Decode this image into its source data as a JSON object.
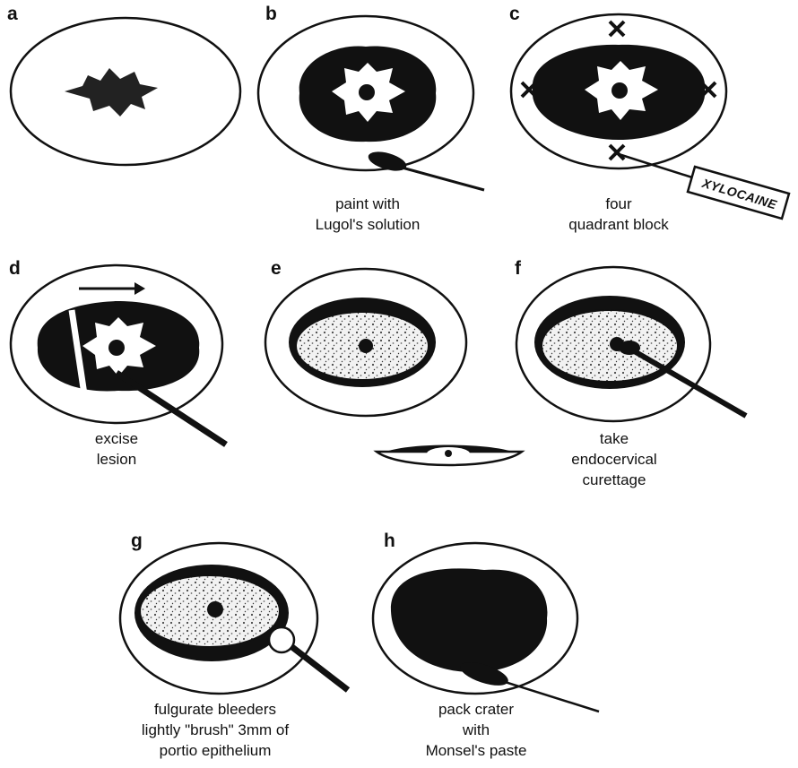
{
  "panels": [
    {
      "letter": "a",
      "caption": []
    },
    {
      "letter": "b",
      "caption": [
        "paint with",
        "Lugol's solution"
      ]
    },
    {
      "letter": "c",
      "caption": [
        "four",
        "quadrant block"
      ]
    },
    {
      "letter": "d",
      "caption": [
        "excise",
        "lesion"
      ]
    },
    {
      "letter": "e",
      "caption": []
    },
    {
      "letter": "f",
      "caption": [
        "take",
        "endocervical",
        "curettage"
      ]
    },
    {
      "letter": "g",
      "caption": [
        "fulgurate bleeders",
        "lightly \"brush\" 3mm of",
        "portio epithelium"
      ]
    },
    {
      "letter": "h",
      "caption": [
        "pack crater",
        "with",
        "Monsel's paste"
      ]
    }
  ],
  "syringe_label": "XYLOCAINE",
  "colors": {
    "ink": "#111111",
    "paper": "#ffffff",
    "tissue": "#d9d9d9"
  }
}
